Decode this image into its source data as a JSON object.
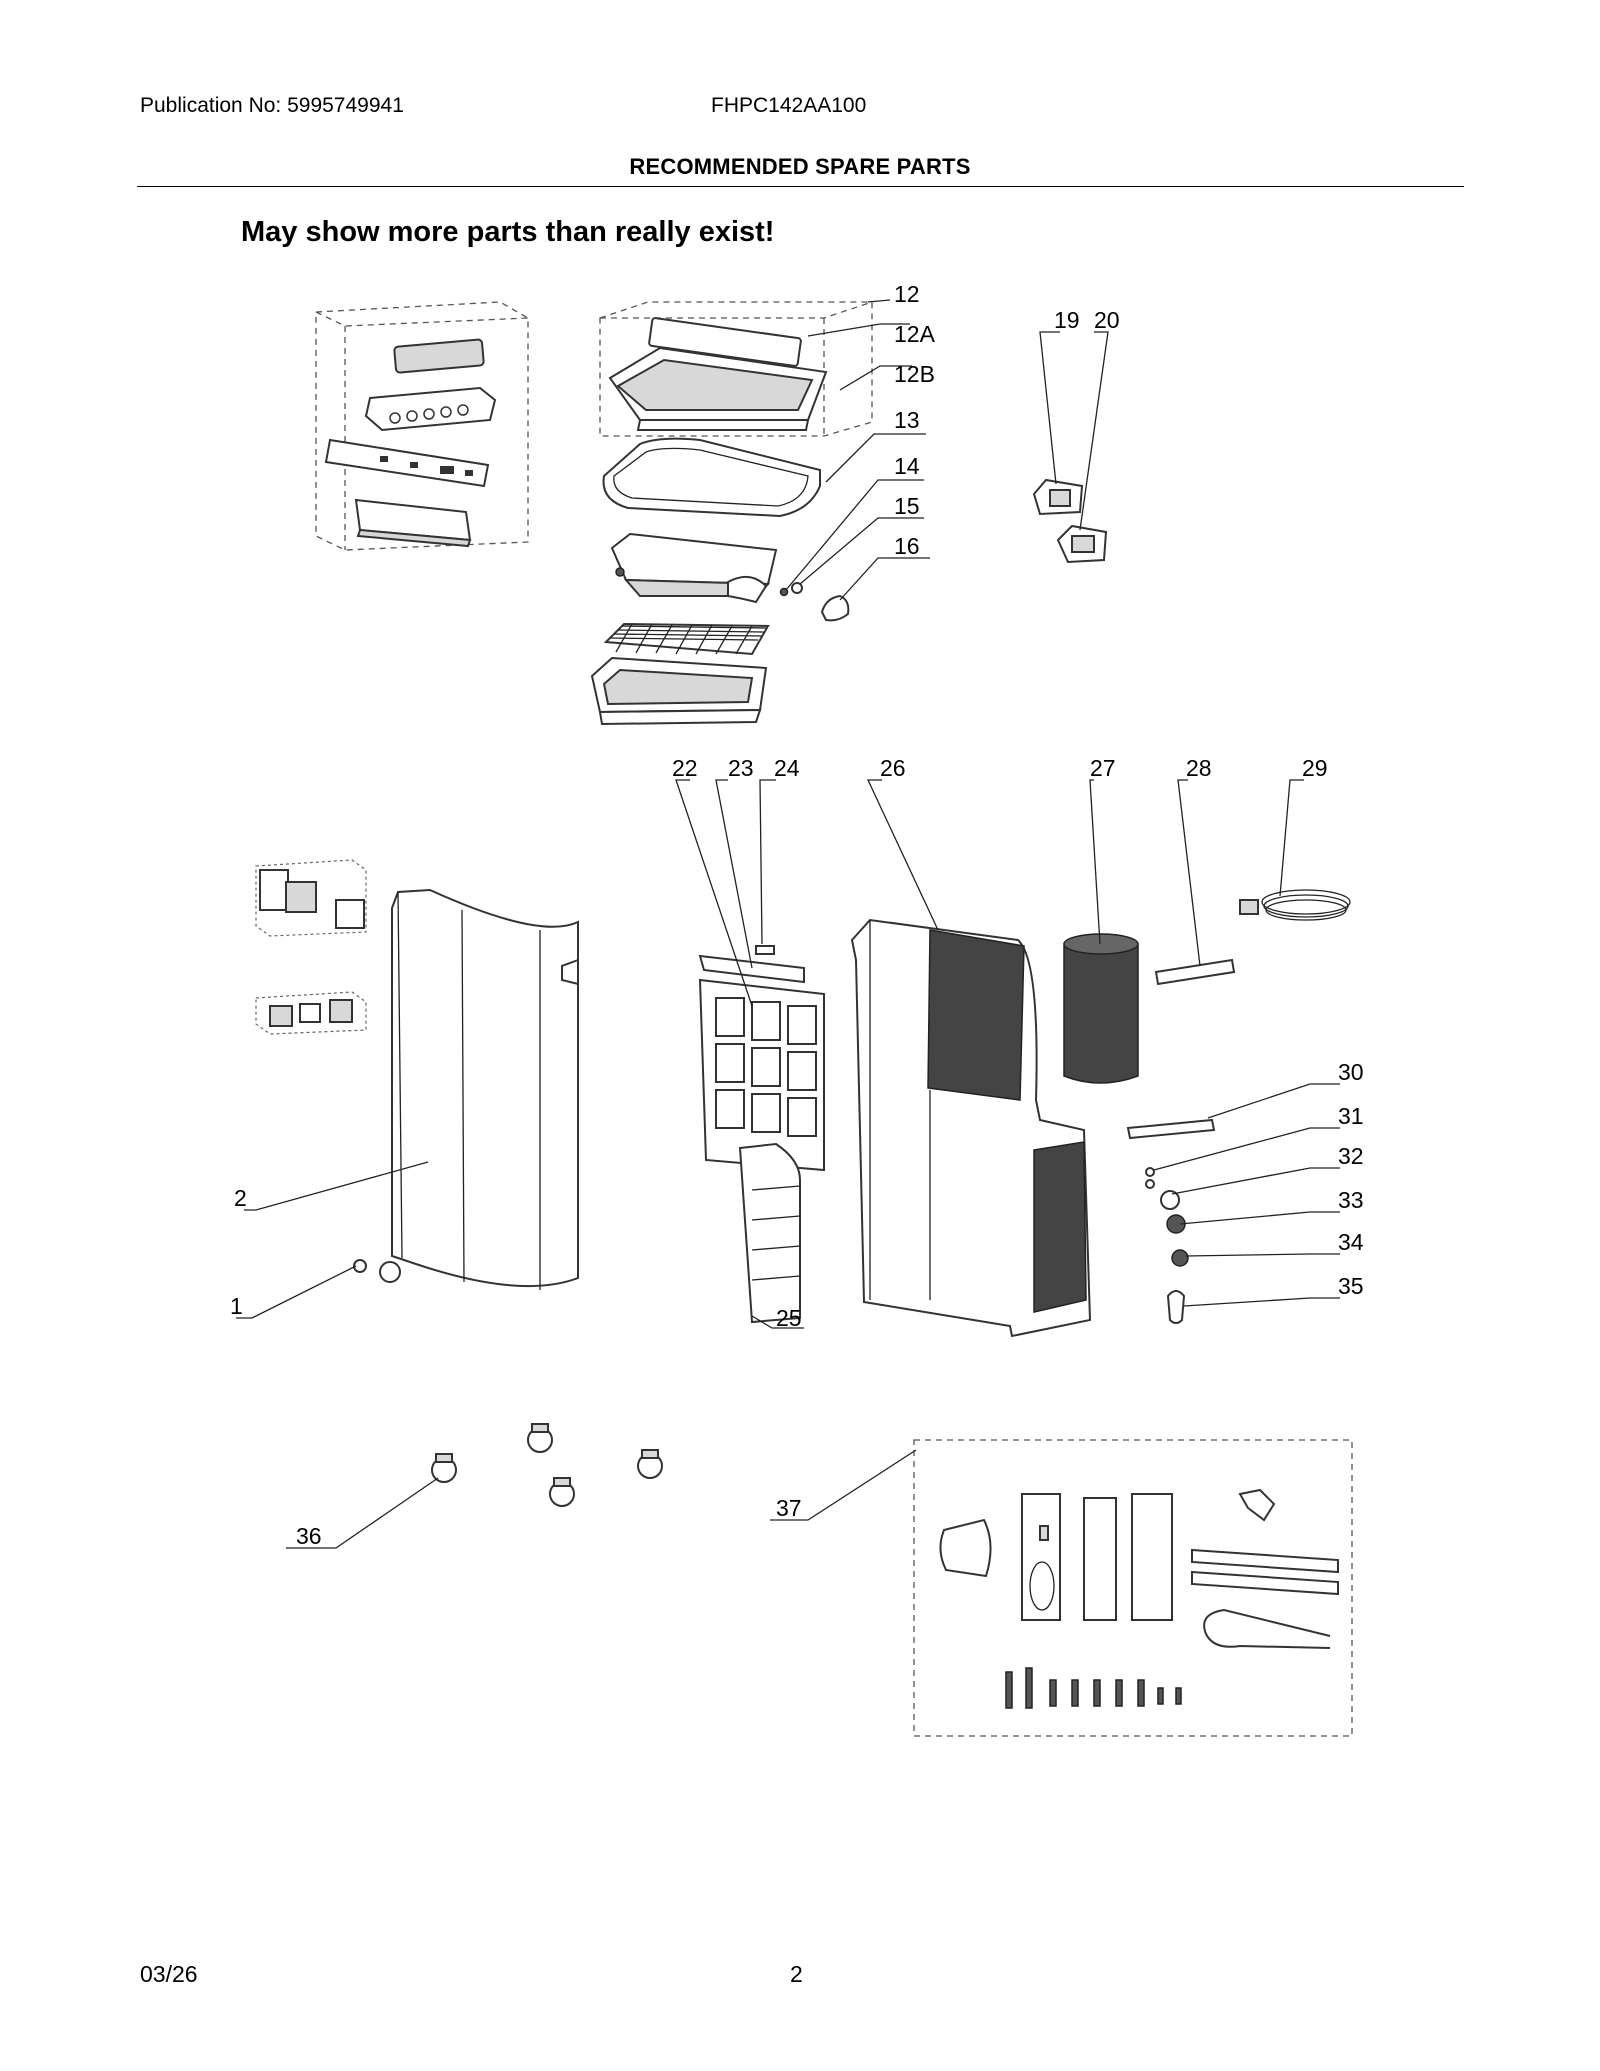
{
  "header": {
    "publication": "Publication No: 5995749941",
    "model": "FHPC142AA100",
    "section_title": "RECOMMENDED SPARE PARTS"
  },
  "note": "May show more parts than really exist!",
  "callouts": [
    "1",
    "2",
    "12",
    "12A",
    "12B",
    "13",
    "14",
    "15",
    "16",
    "19",
    "20",
    "22",
    "23",
    "24",
    "25",
    "26",
    "27",
    "28",
    "29",
    "30",
    "31",
    "32",
    "33",
    "34",
    "35",
    "36",
    "37"
  ],
  "footer": {
    "date": "03/26",
    "page": "2"
  }
}
